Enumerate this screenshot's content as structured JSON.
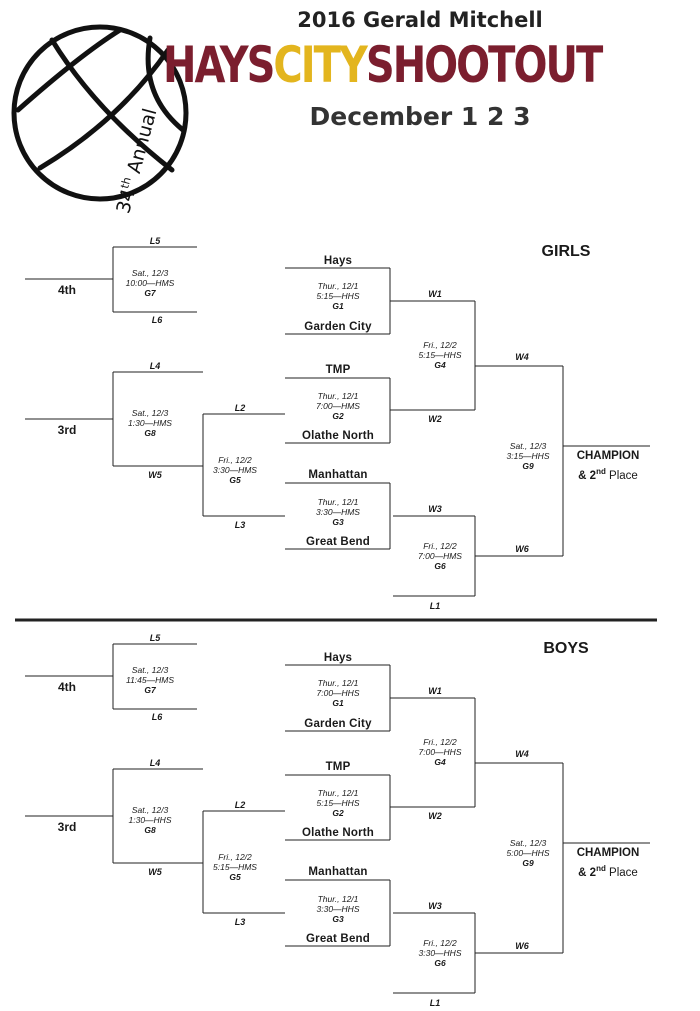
{
  "header": {
    "title": "2016 Gerald Mitchell",
    "brand": {
      "part1": "HAYS",
      "part2": "CITY",
      "part3": "SHOOTOUT"
    },
    "dates": "December 1 2 3",
    "annual_num": "34",
    "annual_sup": "th",
    "annual_word": "Annual",
    "colors": {
      "maroon": "#7b1e2e",
      "gold": "#e3b51e"
    }
  },
  "brackets": [
    {
      "id": "girls",
      "title": "GIRLS",
      "teams": {
        "t1": "Hays",
        "t2": "Garden City",
        "t3": "TMP",
        "t4": "Olathe North",
        "t5": "Manhattan",
        "t6": "Great Bend"
      },
      "slots": {
        "w1": "W1",
        "w2": "W2",
        "w3": "W3",
        "w4": "W4",
        "w5": "W5",
        "w6": "W6",
        "l1": "L1",
        "l2": "L2",
        "l3": "L3",
        "l4": "L4",
        "l5": "L5",
        "l6": "L6"
      },
      "places": {
        "fourth": "4th",
        "third": "3rd",
        "champion": "CHAMPION",
        "second_prefix": "& 2",
        "second_sup": "nd",
        "second_suffix": " Place"
      },
      "games": {
        "g1": {
          "day": "Thur., 12/1",
          "time": "5:15—HHS",
          "code": "G1"
        },
        "g2": {
          "day": "Thur., 12/1",
          "time": "7:00—HMS",
          "code": "G2"
        },
        "g3": {
          "day": "Thur., 12/1",
          "time": "3:30—HMS",
          "code": "G3"
        },
        "g4": {
          "day": "Fri., 12/2",
          "time": "5:15—HHS",
          "code": "G4"
        },
        "g5": {
          "day": "Fri., 12/2",
          "time": "3:30—HMS",
          "code": "G5"
        },
        "g6": {
          "day": "Fri., 12/2",
          "time": "7:00—HMS",
          "code": "G6"
        },
        "g7": {
          "day": "Sat., 12/3",
          "time": "10:00—HMS",
          "code": "G7"
        },
        "g8": {
          "day": "Sat., 12/3",
          "time": "1:30—HMS",
          "code": "G8"
        },
        "g9": {
          "day": "Sat., 12/3",
          "time": "3:15—HHS",
          "code": "G9"
        }
      }
    },
    {
      "id": "boys",
      "title": "BOYS",
      "teams": {
        "t1": "Hays",
        "t2": "Garden City",
        "t3": "TMP",
        "t4": "Olathe North",
        "t5": "Manhattan",
        "t6": "Great Bend"
      },
      "slots": {
        "w1": "W1",
        "w2": "W2",
        "w3": "W3",
        "w4": "W4",
        "w5": "W5",
        "w6": "W6",
        "l1": "L1",
        "l2": "L2",
        "l3": "L3",
        "l4": "L4",
        "l5": "L5",
        "l6": "L6"
      },
      "places": {
        "fourth": "4th",
        "third": "3rd",
        "champion": "CHAMPION",
        "second_prefix": "& 2",
        "second_sup": "nd",
        "second_suffix": " Place"
      },
      "games": {
        "g1": {
          "day": "Thur., 12/1",
          "time": "7:00—HHS",
          "code": "G1"
        },
        "g2": {
          "day": "Thur., 12/1",
          "time": "5:15—HHS",
          "code": "G2"
        },
        "g3": {
          "day": "Thur., 12/1",
          "time": "3:30—HHS",
          "code": "G3"
        },
        "g4": {
          "day": "Fri., 12/2",
          "time": "7:00—HHS",
          "code": "G4"
        },
        "g5": {
          "day": "Fri., 12/2",
          "time": "5:15—HMS",
          "code": "G5"
        },
        "g6": {
          "day": "Fri., 12/2",
          "time": "3:30—HHS",
          "code": "G6"
        },
        "g7": {
          "day": "Sat., 12/3",
          "time": "11:45—HMS",
          "code": "G7"
        },
        "g8": {
          "day": "Sat., 12/3",
          "time": "1:30—HHS",
          "code": "G8"
        },
        "g9": {
          "day": "Sat., 12/3",
          "time": "5:00—HHS",
          "code": "G9"
        }
      }
    }
  ]
}
